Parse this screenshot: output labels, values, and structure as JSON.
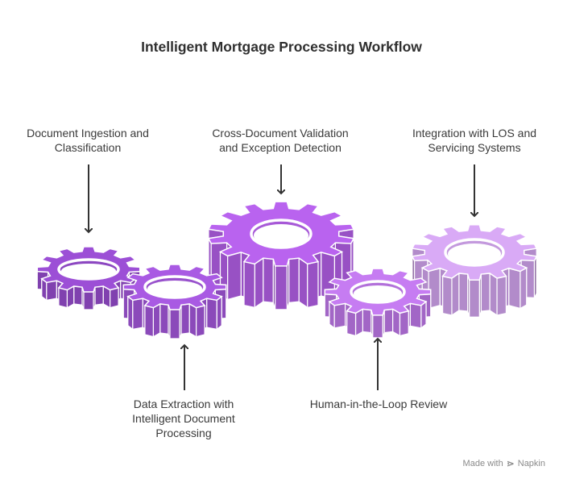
{
  "title": "Intelligent Mortgage Processing Workflow",
  "steps": [
    {
      "lines": [
        "Document Ingestion and",
        "Classification"
      ],
      "color": "#9c4fd6",
      "position": "top"
    },
    {
      "lines": [
        "Data Extraction with",
        "Intelligent Document",
        "Processing"
      ],
      "color": "#a95ae3",
      "position": "bottom"
    },
    {
      "lines": [
        "Cross-Document Validation",
        "and Exception Detection"
      ],
      "color": "#b963ef",
      "position": "top"
    },
    {
      "lines": [
        "Human-in-the-Loop Review"
      ],
      "color": "#c67cf2",
      "position": "bottom"
    },
    {
      "lines": [
        "Integration with LOS and",
        "Servicing Systems"
      ],
      "color": "#d9aaf6",
      "position": "top"
    }
  ],
  "watermark": {
    "prefix": "Made with",
    "brand": "Napkin"
  }
}
